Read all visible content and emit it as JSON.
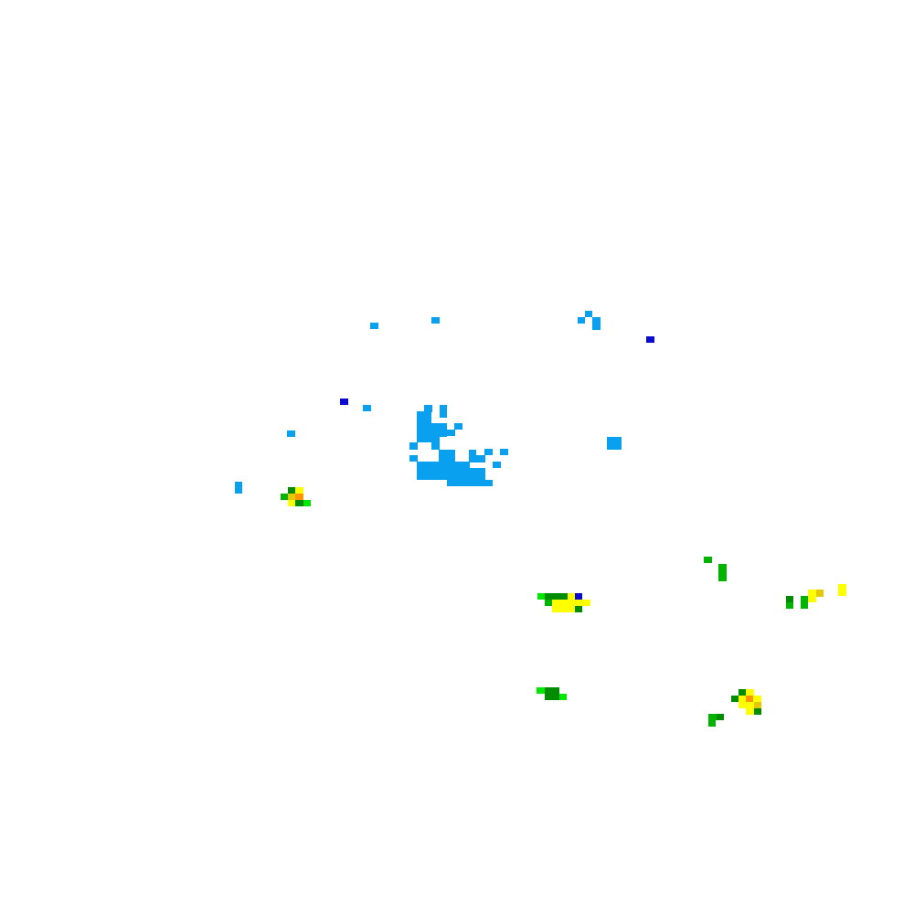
{
  "legend": {
    "light-blue": "#0aa0f0",
    "blue": "#0a0ad2",
    "light-green": "#00e600",
    "green": "#00b400",
    "dark-green": "#008c00",
    "yellow": "#ffff00",
    "gold": "#e6c800",
    "orange": "#ff9600"
  },
  "echoes": [
    {
      "name": "light-blue-echo-cluster",
      "color_key": "light-blue",
      "count": 56
    },
    {
      "name": "blue-echo-cells",
      "color_key": "blue",
      "count": 4
    },
    {
      "name": "green-echo-cells",
      "color_key": "green",
      "count": 24
    },
    {
      "name": "yellow-echo-cells",
      "color_key": "yellow",
      "count": 27
    },
    {
      "name": "orange-echo-cells",
      "color_key": "orange",
      "count": 2
    }
  ]
}
